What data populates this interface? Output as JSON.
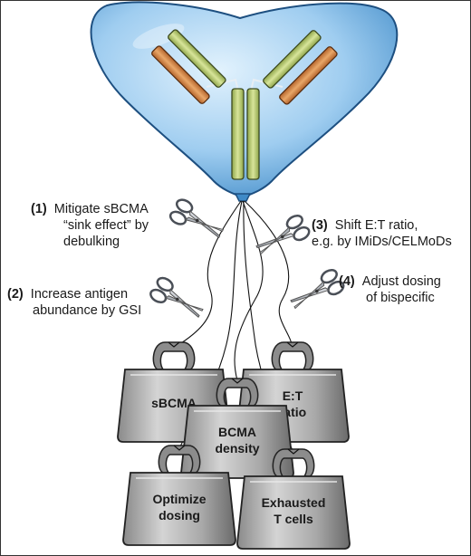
{
  "labels": {
    "step1": {
      "num": "(1)",
      "line1": "Mitigate sBCMA",
      "line2": "“sink effect” by",
      "line3": "debulking"
    },
    "step2": {
      "num": "(2)",
      "line1": "Increase antigen",
      "line2": "abundance by GSI"
    },
    "step3": {
      "num": "(3)",
      "line1": "Shift E:T ratio,",
      "line2": "e.g. by IMiDs/CELMoDs"
    },
    "step4": {
      "num": "(4)",
      "line1": "Adjust dosing",
      "line2": "of bispecific"
    }
  },
  "weights": {
    "sbcma": {
      "line1": "sBCMA"
    },
    "et_ratio": {
      "line1": "E:T",
      "line2": "ratio"
    },
    "bcma_density": {
      "line1": "BCMA",
      "line2": "density"
    },
    "optimize_dosing": {
      "line1": "Optimize",
      "line2": "dosing"
    },
    "exhausted_tcells": {
      "line1": "Exhausted",
      "line2": "T cells"
    }
  },
  "colors": {
    "balloon_light": "#d6ecfb",
    "balloon_mid": "#8ec4ec",
    "balloon_dark": "#3a86c4",
    "antibody_green": "#b9c96a",
    "antibody_orange": "#d2894a",
    "weight_light": "#c9c9c9",
    "weight_dark": "#6f6f6f",
    "scissors": "#b8bcc4"
  }
}
